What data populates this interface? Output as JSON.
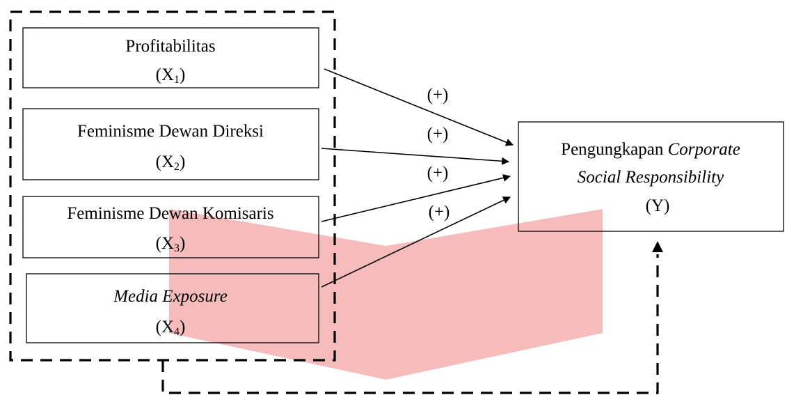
{
  "independent_variables": [
    {
      "name": "Profitabilitas",
      "symbol": "X",
      "subscript": "1"
    },
    {
      "name": "Feminisme Dewan Direksi",
      "symbol": "X",
      "subscript": "2"
    },
    {
      "name": "Feminisme Dewan Komisaris",
      "symbol": "X",
      "subscript": "3"
    },
    {
      "name": "Media Exposure",
      "symbol": "X",
      "subscript": "4"
    }
  ],
  "dependent_variable": {
    "line1_plain": "Pengungkapan ",
    "line1_italic": "Corporate",
    "line2_italic": "Social Responsibility",
    "symbol": "(Y)"
  },
  "relationships": [
    {
      "from": "X1",
      "to": "Y",
      "sign": "(+)"
    },
    {
      "from": "X2",
      "to": "Y",
      "sign": "(+)"
    },
    {
      "from": "X3",
      "to": "Y",
      "sign": "(+)"
    },
    {
      "from": "X4",
      "to": "Y",
      "sign": "(+)"
    }
  ],
  "colors": {
    "watermark": "#f6bcbc",
    "stroke": "#000000"
  }
}
